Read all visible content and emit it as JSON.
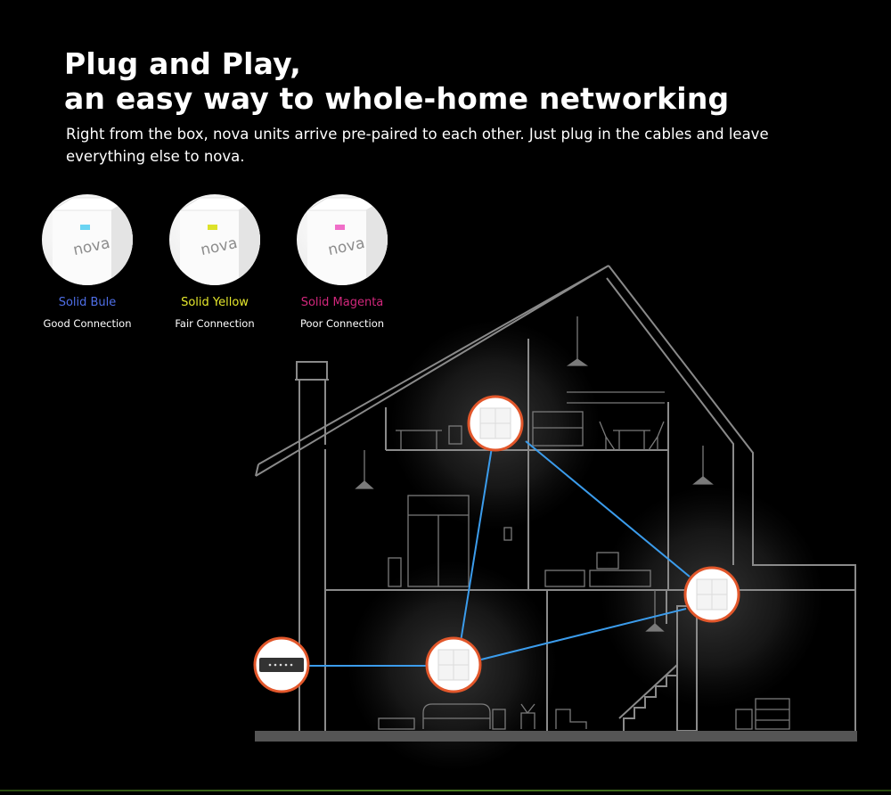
{
  "headline": {
    "line1": "Plug and Play,",
    "line2": "an easy way to whole-home networking"
  },
  "subtext": "Right from the box, nova units arrive pre-paired to each other. Just plug in the cables and leave everything else to nova.",
  "indicators": [
    {
      "device_label": "nova",
      "color_label": "Solid Bule",
      "description": "Good Connection",
      "led_color": "#6ad4f2",
      "text_color": "#4f6fe8"
    },
    {
      "device_label": "nova",
      "color_label": "Solid Yellow",
      "description": "Fair Connection",
      "led_color": "#dde22a",
      "text_color": "#e6e82c"
    },
    {
      "device_label": "nova",
      "color_label": "Solid Magenta",
      "description": "Poor Connection",
      "led_color": "#f06ec8",
      "text_color": "#d2277c"
    }
  ],
  "colors": {
    "background": "#000000",
    "house_outline": "#8a8a8a",
    "link_line": "#3b9cec",
    "node_ring": "#e2572b",
    "floor": "#555555"
  },
  "icons": [
    "nova-cube-icon",
    "router-icon"
  ]
}
